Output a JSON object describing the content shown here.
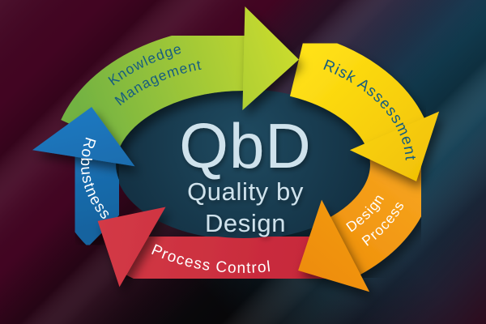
{
  "diagram_title": {
    "acronym": "QbD",
    "subtitle_line1": "Quality by",
    "subtitle_line2": "Design"
  },
  "segments": [
    {
      "label_line1": "Knowledge",
      "label_line2": "Management",
      "color_start": "#72b243",
      "color_end": "#c9db2d",
      "text_color": "#175d80"
    },
    {
      "label": "Risk Assessment",
      "color_start": "#ffe115",
      "color_end": "#f2c306",
      "text_color": "#145c80"
    },
    {
      "label_line1": "Process",
      "label_line2": "Design",
      "color_start": "#f7a51f",
      "color_end": "#ee8d08",
      "text_color": "#ffffff"
    },
    {
      "label": "Process Control",
      "color_start": "#c6273a",
      "color_end": "#d33a46",
      "text_color": "#ffffff"
    },
    {
      "label": "Robustness",
      "color_start": "#15639f",
      "color_end": "#1f78c0",
      "text_color": "#ffffff"
    }
  ],
  "colors": {
    "background_base": "#0a090c",
    "background_top_left": "#420522",
    "background_top_right": "#134157",
    "background_bottom_right": "#2e0b1d",
    "center_disc_top": "#1f4b61",
    "center_disc_bottom": "#122e40",
    "center_text": "#cfe2ec"
  }
}
